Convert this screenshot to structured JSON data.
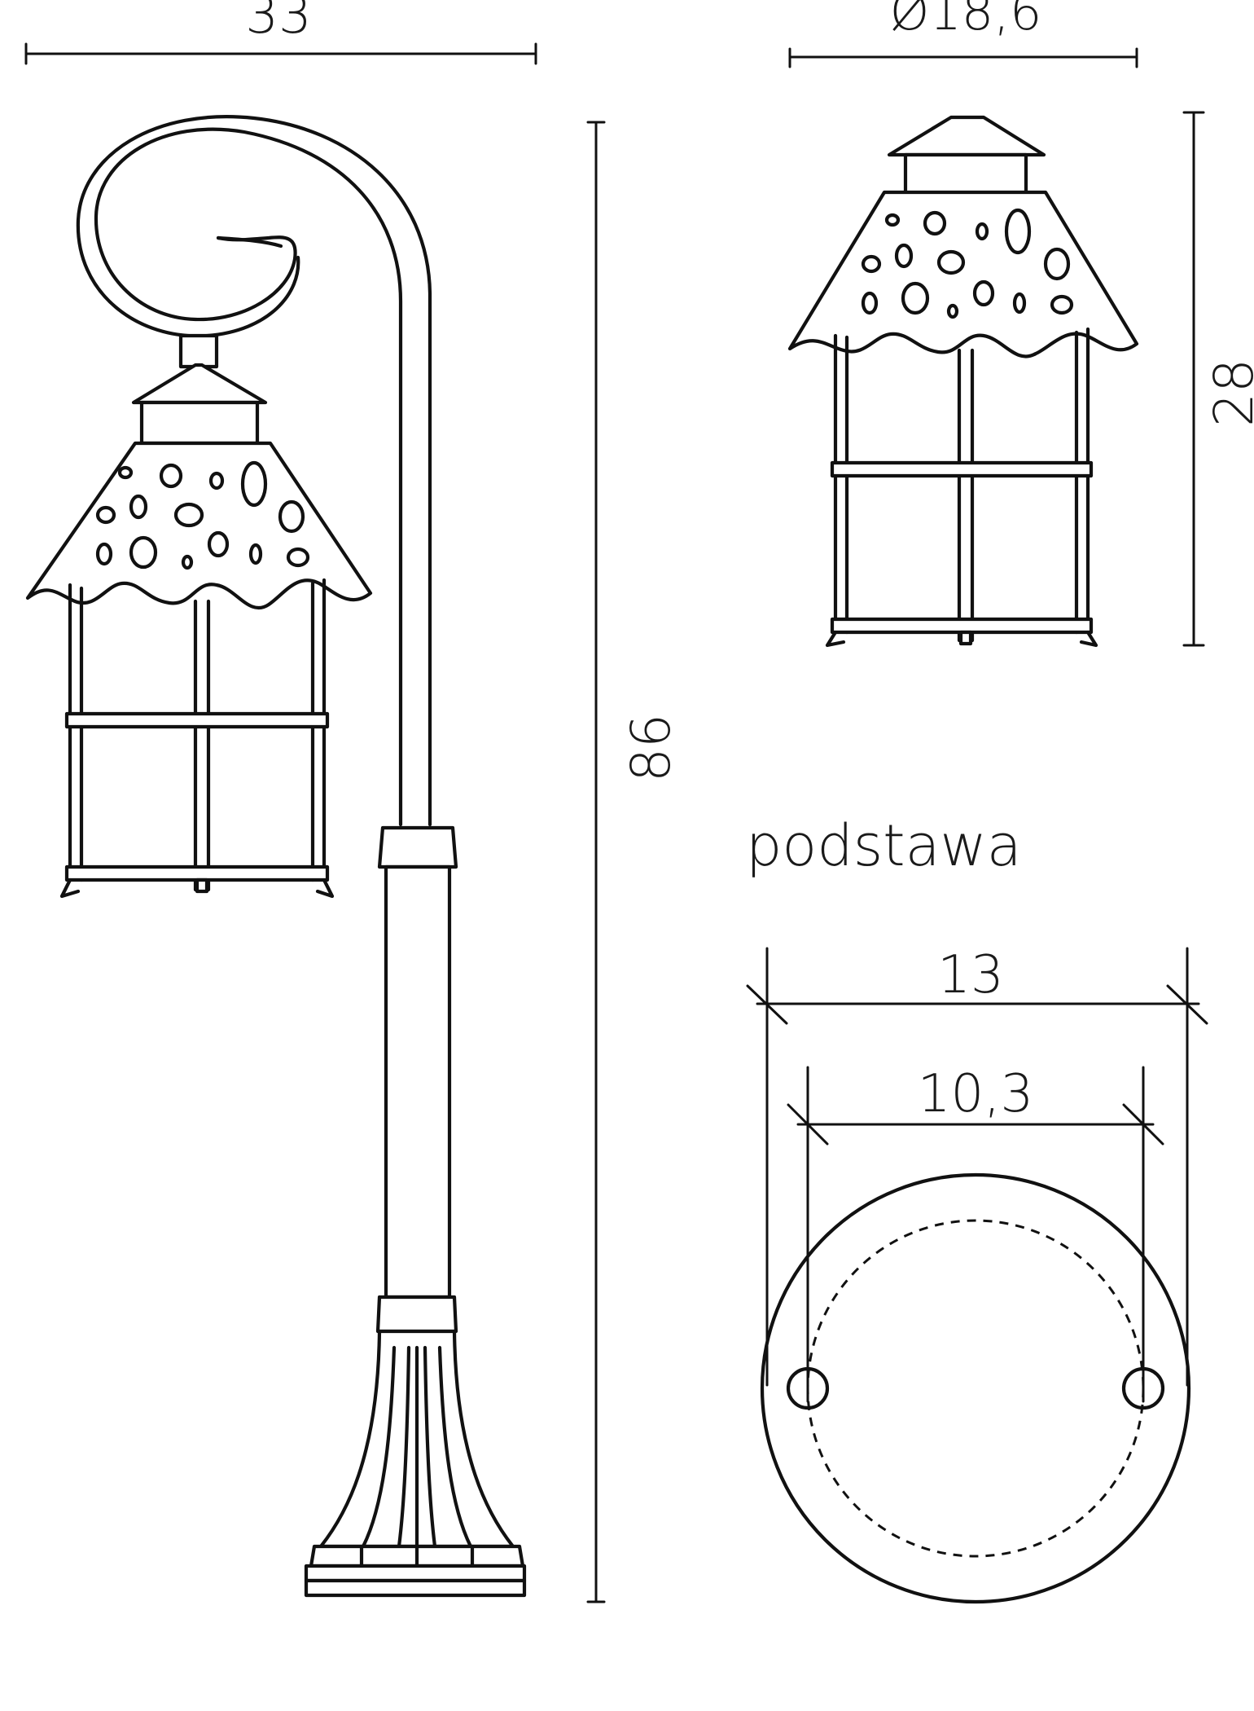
{
  "dimensions": {
    "lamp_width": "33",
    "lamp_height": "86",
    "head_diameter": "Ø18,6",
    "head_height": "28",
    "base_outer_diameter": "13",
    "base_hole_spacing": "10,3"
  },
  "labels": {
    "base_title": "podstawa"
  },
  "colors": {
    "stroke": "#111111",
    "background": "#ffffff"
  }
}
